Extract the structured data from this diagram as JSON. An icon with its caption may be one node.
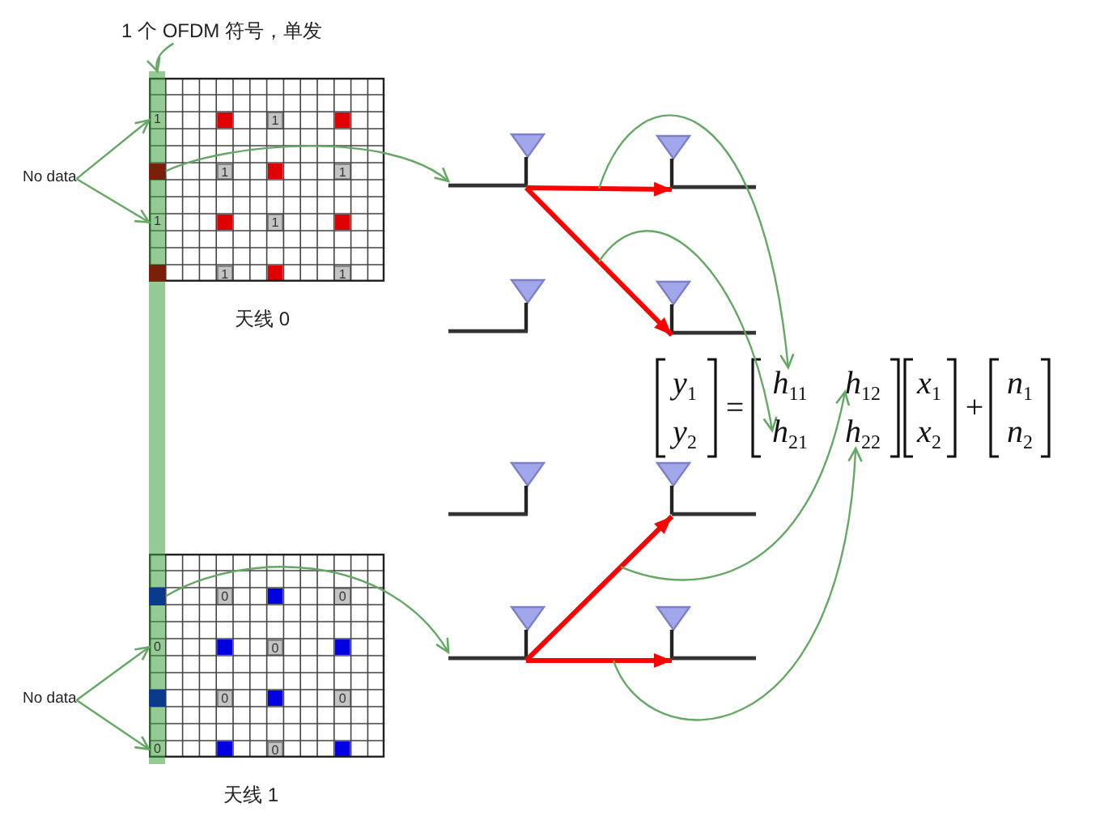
{
  "diagram": {
    "nodes": [
      {
        "text": [
          "1 个 OFDM 符号，单发"
        ]
      },
      {
        "text": [],
        "shape": "bar"
      },
      {
        "text": [
          "No data"
        ]
      },
      {
        "text": [],
        "shape": "grid",
        "beside": [
          "天线 0"
        ]
      },
      {
        "text": [
          "1"
        ]
      },
      {
        "text": [
          "1"
        ],
        "in": 3
      },
      {
        "text": [],
        "shape": "box"
      },
      {
        "text": [
          "1"
        ],
        "in": 3
      },
      {
        "text": [
          "1"
        ],
        "in": 3
      },
      {
        "text": [
          "1"
        ]
      },
      {
        "text": [
          "1"
        ],
        "in": 3
      },
      {
        "text": [
          "1"
        ],
        "in": 3
      },
      {
        "text": [
          "1"
        ],
        "in": 3
      },
      {
        "text": [],
        "shape": "antenna"
      },
      {
        "text": [],
        "shape": "antenna"
      },
      {
        "text": [],
        "shape": "antenna"
      },
      {
        "text": [],
        "shape": "antenna"
      },
      {
        "text": [
          "h$_{11}$"
        ]
      },
      {
        "text": [
          "h$_{12}$"
        ]
      },
      {
        "text": [
          "h$_{21}$"
        ]
      },
      {
        "text": [
          "h$_{22}$"
        ]
      },
      {
        "text": [],
        "shape": "antenna"
      },
      {
        "text": [],
        "shape": "antenna"
      },
      {
        "text": [],
        "shape": "antenna"
      },
      {
        "text": [],
        "shape": "antenna"
      },
      {
        "text": [],
        "shape": "grid",
        "beside": [
          "天线 1"
        ]
      },
      {
        "text": [],
        "shape": "box"
      },
      {
        "text": [
          "0"
        ],
        "in": 25
      },
      {
        "text": [
          "0"
        ],
        "in": 25
      },
      {
        "text": [
          "0"
        ]
      },
      {
        "text": [
          "0"
        ],
        "in": 25
      },
      {
        "text": [
          "0"
        ],
        "in": 25
      },
      {
        "text": [
          "0"
        ],
        "in": 25
      },
      {
        "text": [
          "0"
        ]
      },
      {
        "text": [
          "0"
        ],
        "in": 25
      },
      {
        "text": [
          "No data"
        ]
      }
    ],
    "edges": [
      {
        "from": 0,
        "to": 1,
        "arrow": "to"
      },
      {
        "from": 2,
        "to": 4,
        "arrow": "to"
      },
      {
        "from": 2,
        "to": 9,
        "arrow": "to"
      },
      {
        "from": 6,
        "to": 13,
        "arrow": "to"
      },
      {
        "from": 13,
        "to": 14,
        "arrow": "to",
        "style": "thick",
        "color": "#ff0000"
      },
      {
        "from": 13,
        "to": 16,
        "arrow": "to",
        "style": "thick",
        "color": "#ff0000"
      },
      {
        "from": null,
        "to": 17,
        "arrow": "to"
      },
      {
        "from": null,
        "to": 19,
        "arrow": "to"
      },
      {
        "from": 23,
        "to": 22,
        "arrow": "to",
        "style": "thick",
        "color": "#ff0000"
      },
      {
        "from": 23,
        "to": 24,
        "arrow": "to",
        "style": "thick",
        "color": "#ff0000"
      },
      {
        "from": null,
        "to": 18,
        "arrow": "to"
      },
      {
        "from": null,
        "to": 20,
        "arrow": "to"
      },
      {
        "from": 26,
        "to": 23,
        "arrow": "to"
      },
      {
        "from": 35,
        "to": 29,
        "arrow": "to"
      },
      {
        "from": 35,
        "to": 33,
        "arrow": "to"
      }
    ],
    "labels": [
      "y$_{1}$",
      "y$_{2}$",
      "=",
      "x$_{1}$",
      "x$_{2}$",
      "+",
      "n$_{1}$",
      "n$_{2}$"
    ]
  }
}
